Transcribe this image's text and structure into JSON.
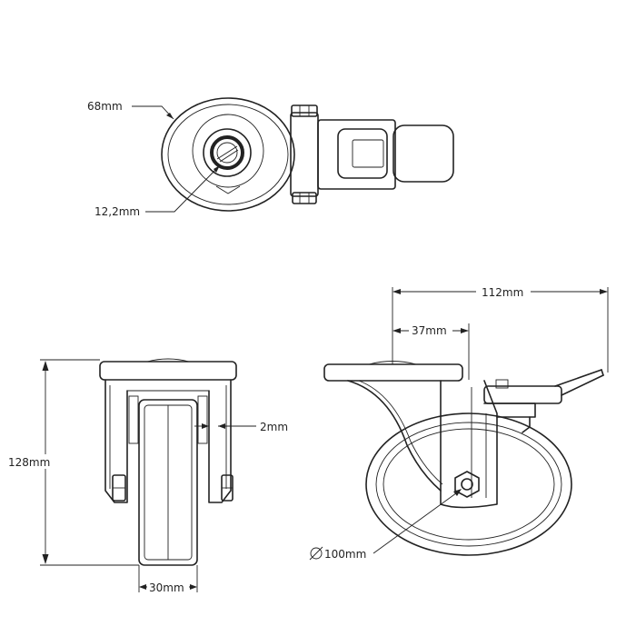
{
  "diagram": {
    "dimensions": {
      "plate_diameter": "68mm",
      "bolt_hole": "12,2mm",
      "overall_length": "112mm",
      "offset": "37mm",
      "bracket_gap": "2mm",
      "height": "128mm",
      "wheel_width": "30mm",
      "wheel_diameter": "100mm"
    }
  }
}
